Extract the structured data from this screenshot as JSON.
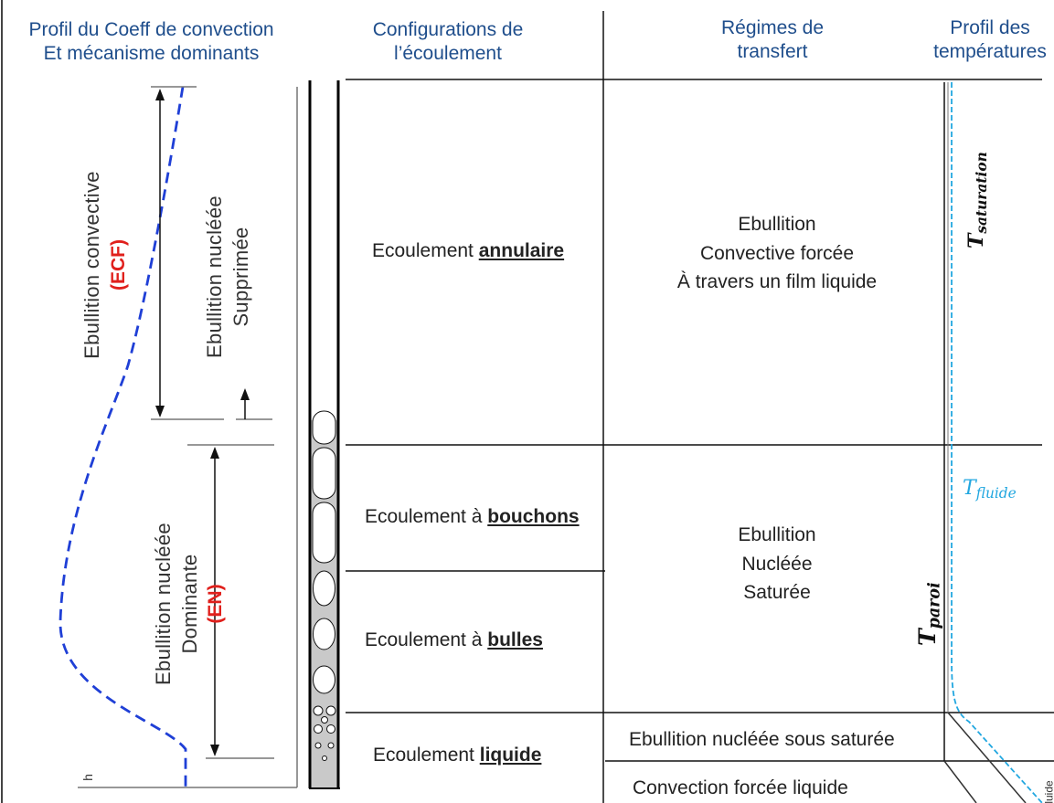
{
  "headers": {
    "coeff_line1": "Profil du Coeff de convection",
    "coeff_line2": "Et mécanisme dominants",
    "config_line1": "Configurations de",
    "config_line2": "l’écoulement",
    "regimes_line1": "Régimes de",
    "regimes_line2": "transfert",
    "temps_line1": "Profil des",
    "temps_line2": "températures"
  },
  "mechanisms": {
    "ecf_label": "Ebullition convective",
    "ecf_abbr": "(ECF)",
    "suppressed_line1": "Ebullition nucléée",
    "suppressed_line2": "Supprimée",
    "en_label_line1": "Ebullition nucléée",
    "en_label_line2": "Dominante",
    "en_abbr": "(EN)",
    "axis_h": "h"
  },
  "configurations": [
    {
      "prefix": "Ecoulement ",
      "emphasis": "annulaire"
    },
    {
      "prefix": "Ecoulement à ",
      "emphasis": "bouchons"
    },
    {
      "prefix": "Ecoulement à ",
      "emphasis": "bulles"
    },
    {
      "prefix": "Ecoulement ",
      "emphasis": "liquide"
    }
  ],
  "regimes": {
    "forced_convective_line1": "Ebullition",
    "forced_convective_line2": "Convective forcée",
    "forced_convective_line3": "À travers un film liquide",
    "nucleate_saturated_line1": "Ebullition",
    "nucleate_saturated_line2": "Nucléée",
    "nucleate_saturated_line3": "Saturée",
    "subcooled": "Ebullition nucléée sous saturée",
    "liquid_convection": "Convection forcée liquide"
  },
  "temperatures": {
    "t_symbol": "T",
    "saturation_sub": "saturation",
    "fluid_sub": "fluide",
    "wall_sub": "paroi"
  },
  "corner_text": "luide",
  "colors": {
    "header_blue": "#1f4e8c",
    "abbr_red": "#e0201c",
    "curve_blue": "#1f3fd6",
    "fluid_cyan": "#22a7e0",
    "tube_fill": "#c9c9c9"
  }
}
